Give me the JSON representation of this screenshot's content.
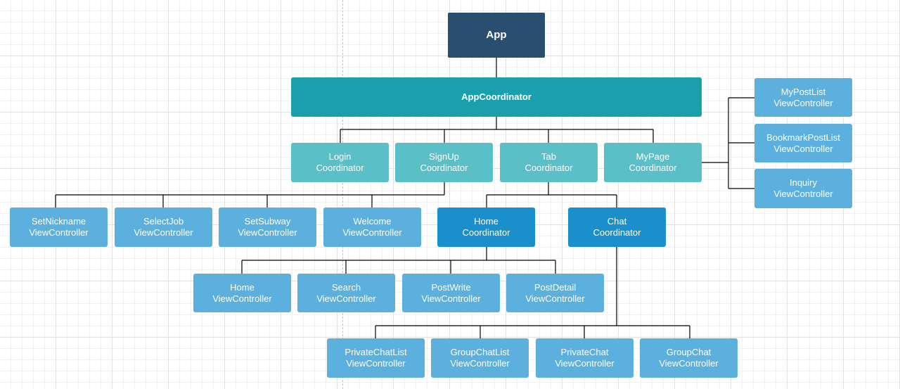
{
  "nodes": {
    "app": {
      "label": "App"
    },
    "app_coordinator": {
      "label": "AppCoordinator"
    },
    "login": {
      "line1": "Login",
      "line2": "Coordinator"
    },
    "signup": {
      "line1": "SignUp",
      "line2": "Coordinator"
    },
    "tab": {
      "line1": "Tab",
      "line2": "Coordinator"
    },
    "mypage": {
      "line1": "MyPage",
      "line2": "Coordinator"
    },
    "mypostlist": {
      "line1": "MyPostList",
      "line2": "ViewController"
    },
    "bookmarkpostlist": {
      "line1": "BookmarkPostList",
      "line2": "ViewController"
    },
    "inquiry": {
      "line1": "Inquiry",
      "line2": "ViewController"
    },
    "setnickname": {
      "line1": "SetNickname",
      "line2": "ViewController"
    },
    "selectjob": {
      "line1": "SelectJob",
      "line2": "ViewController"
    },
    "setsubway": {
      "line1": "SetSubway",
      "line2": "ViewController"
    },
    "welcome": {
      "line1": "Welcome",
      "line2": "ViewController"
    },
    "home_coord": {
      "line1": "Home",
      "line2": "Coordinator"
    },
    "chat_coord": {
      "line1": "Chat",
      "line2": "Coordinator"
    },
    "home_vc": {
      "line1": "Home",
      "line2": "ViewController"
    },
    "search_vc": {
      "line1": "Search",
      "line2": "ViewController"
    },
    "postwrite_vc": {
      "line1": "PostWrite",
      "line2": "ViewController"
    },
    "postdetail_vc": {
      "line1": "PostDetail",
      "line2": "ViewController"
    },
    "privatechatlist_vc": {
      "line1": "PrivateChatList",
      "line2": "ViewController"
    },
    "groupchatlist_vc": {
      "line1": "GroupChatList",
      "line2": "ViewController"
    },
    "privatechat_vc": {
      "line1": "PrivateChat",
      "line2": "ViewController"
    },
    "groupchat_vc": {
      "line1": "GroupChat",
      "line2": "ViewController"
    }
  },
  "colors": {
    "app": "#2a4f6e",
    "root_coordinator": "#1aa0ad",
    "coordinator": "#5abfc6",
    "sub_coordinator": "#1b8fcb",
    "view_controller": "#5bb0de",
    "connector": "#000000"
  }
}
